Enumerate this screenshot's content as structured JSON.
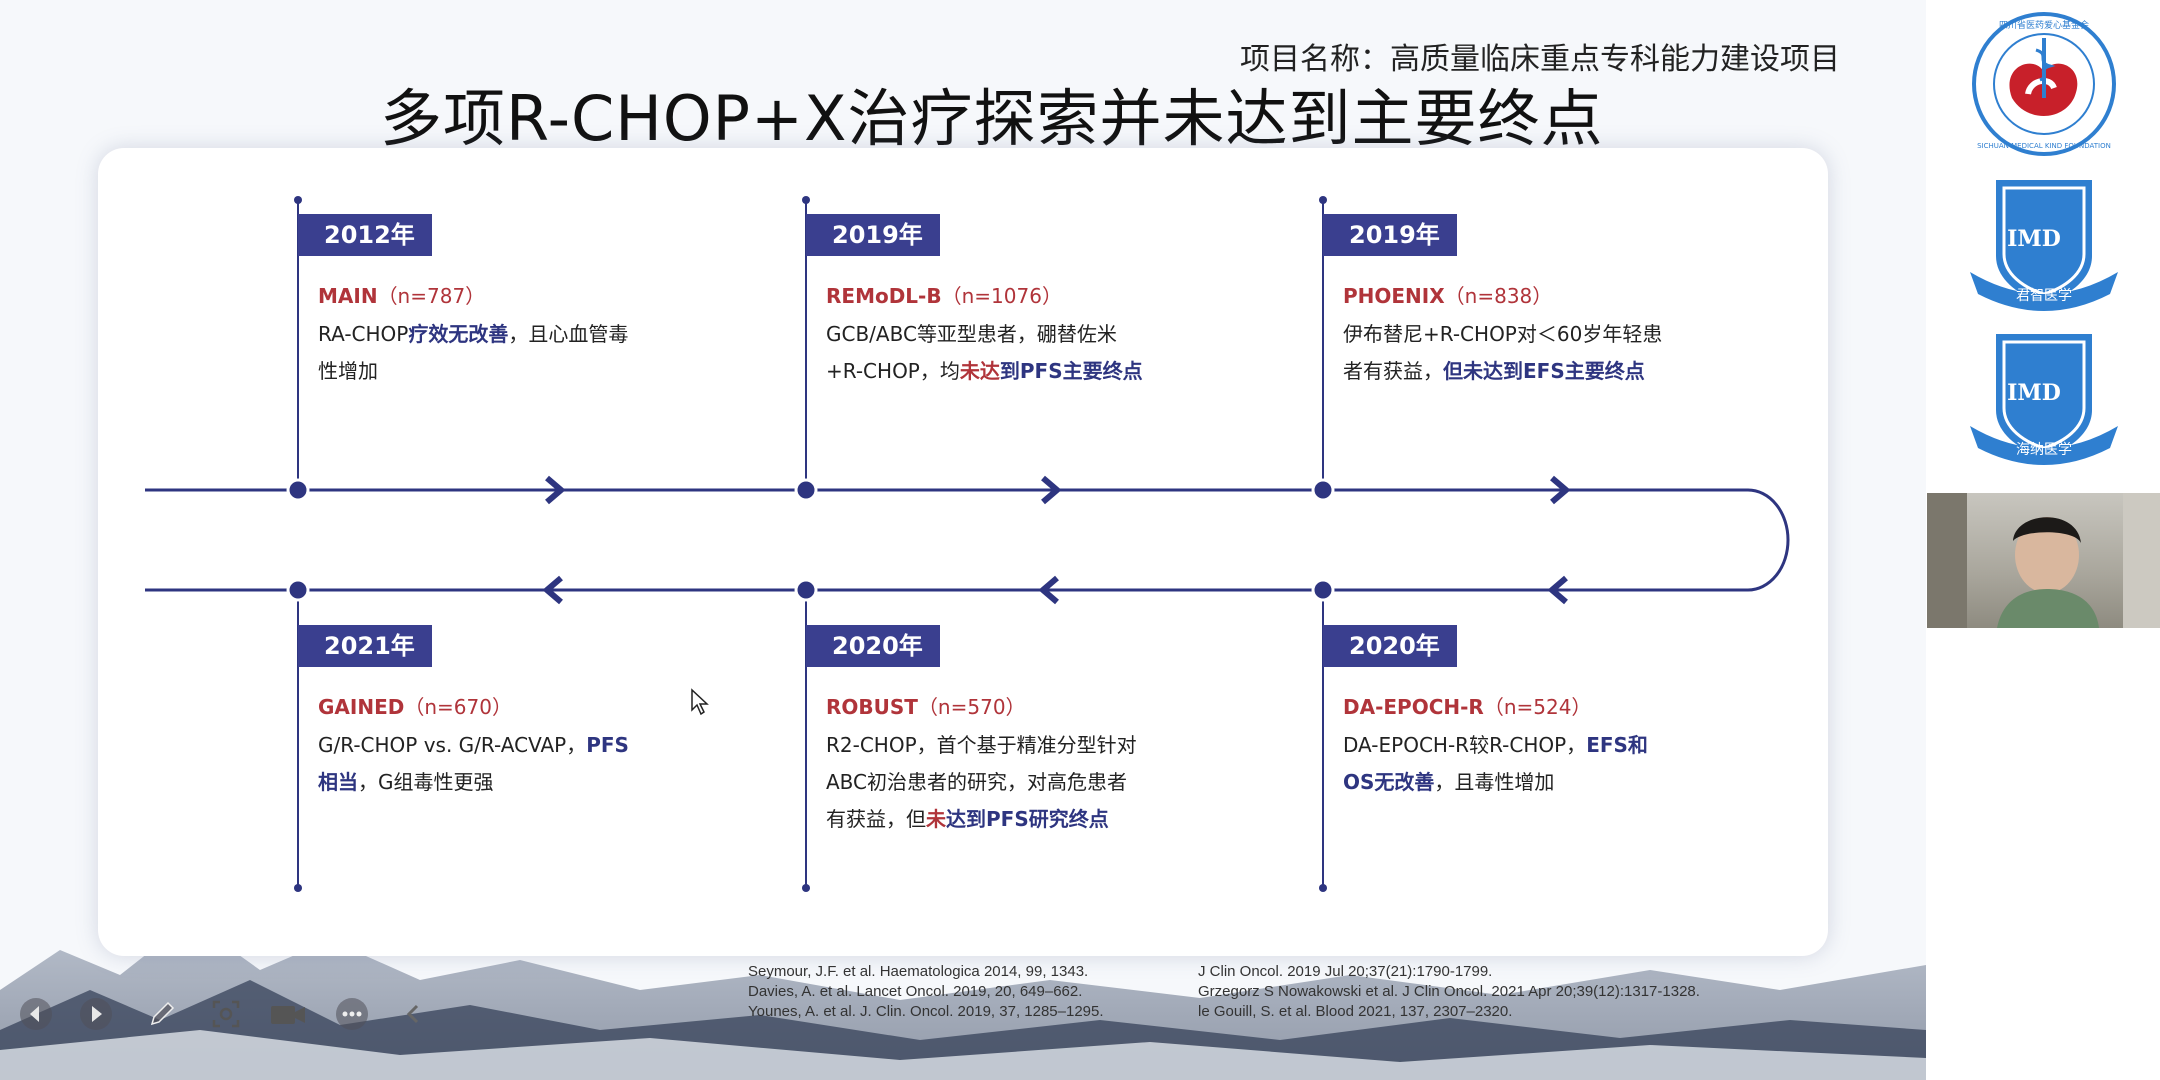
{
  "header": {
    "project_name": "项目名称：高质量临床重点专科能力建设项目",
    "title": "多项R-CHOP+X治疗探索并未达到主要终点"
  },
  "events": [
    {
      "year": "2012年",
      "trial": "MAIN",
      "n": "（n=787）",
      "desc": [
        {
          "text": "RA-CHOP",
          "style": ""
        },
        {
          "text": "疗效无改善",
          "style": "hl"
        },
        {
          "text": "，且心血管毒性增加",
          "style": ""
        }
      ]
    },
    {
      "year": "2019年",
      "trial": "REMoDL-B",
      "n": "（n=1076）",
      "desc": [
        {
          "text": "GCB/ABC等亚型患者，硼替佐米+R-CHOP，均",
          "style": ""
        },
        {
          "text": "未达",
          "style": "red"
        },
        {
          "text": "到PFS主要终点",
          "style": "hl"
        }
      ]
    },
    {
      "year": "2019年",
      "trial": "PHOENIX",
      "n": "（n=838）",
      "desc": [
        {
          "text": "伊布替尼+R-CHOP对＜60岁年轻患者有获益，",
          "style": ""
        },
        {
          "text": "但未达到EFS主要终点",
          "style": "hl"
        }
      ]
    },
    {
      "year": "2021年",
      "trial": "GAINED",
      "n": "（n=670）",
      "desc": [
        {
          "text": "G/R-CHOP vs. G/R-ACVAP，",
          "style": ""
        },
        {
          "text": "PFS相当",
          "style": "hl"
        },
        {
          "text": "，G组毒性更强",
          "style": ""
        }
      ]
    },
    {
      "year": "2020年",
      "trial": "ROBUST",
      "n": "（n=570）",
      "desc": [
        {
          "text": "R2-CHOP，首个基于精准分型针对ABC初治患者的研究，对高危患者有获益，但",
          "style": ""
        },
        {
          "text": "未",
          "style": "red"
        },
        {
          "text": "达到PFS研究终点",
          "style": "hl"
        }
      ]
    },
    {
      "year": "2020年",
      "trial": "DA-EPOCH-R",
      "n": "（n=524）",
      "desc": [
        {
          "text": "DA-EPOCH-R较R-CHOP，",
          "style": ""
        },
        {
          "text": "EFS和OS无改善",
          "style": "hl"
        },
        {
          "text": "，且毒性增加",
          "style": ""
        }
      ]
    }
  ],
  "references": {
    "left": [
      "Seymour, J.F. et al. Haematologica 2014, 99, 1343.",
      "Davies, A. et al. Lancet Oncol. 2019, 20, 649–662.",
      "Younes, A. et al. J. Clin. Oncol. 2019, 37, 1285–1295."
    ],
    "right": [
      "J Clin Oncol. 2019 Jul 20;37(21):1790-1799.",
      "Grzegorz S Nowakowski et al. J Clin Oncol. 2021 Apr 20;39(12):1317-1328.",
      "le Gouill, S. et al. Blood 2021, 137, 2307–2320."
    ]
  },
  "logos": {
    "foundation": "四川省医药爱心基金会",
    "foundation_en": "SICHUAN MEDICAL KIND FOUNDATION",
    "imd_text": "IMD",
    "imd1_ribbon": "君智医学",
    "imd2_ribbon": "海纳医学"
  },
  "toolbar": {
    "icons": [
      "prev-icon",
      "play-icon",
      "pen-icon",
      "screenshot-icon",
      "camera-icon",
      "more-icon",
      "collapse-icon"
    ]
  },
  "colors": {
    "navy": "#2e3580",
    "badge": "#3a3f8f",
    "accent_red": "#b0343a",
    "logo_blue": "#2f7fd0",
    "logo_red": "#c8202a"
  }
}
